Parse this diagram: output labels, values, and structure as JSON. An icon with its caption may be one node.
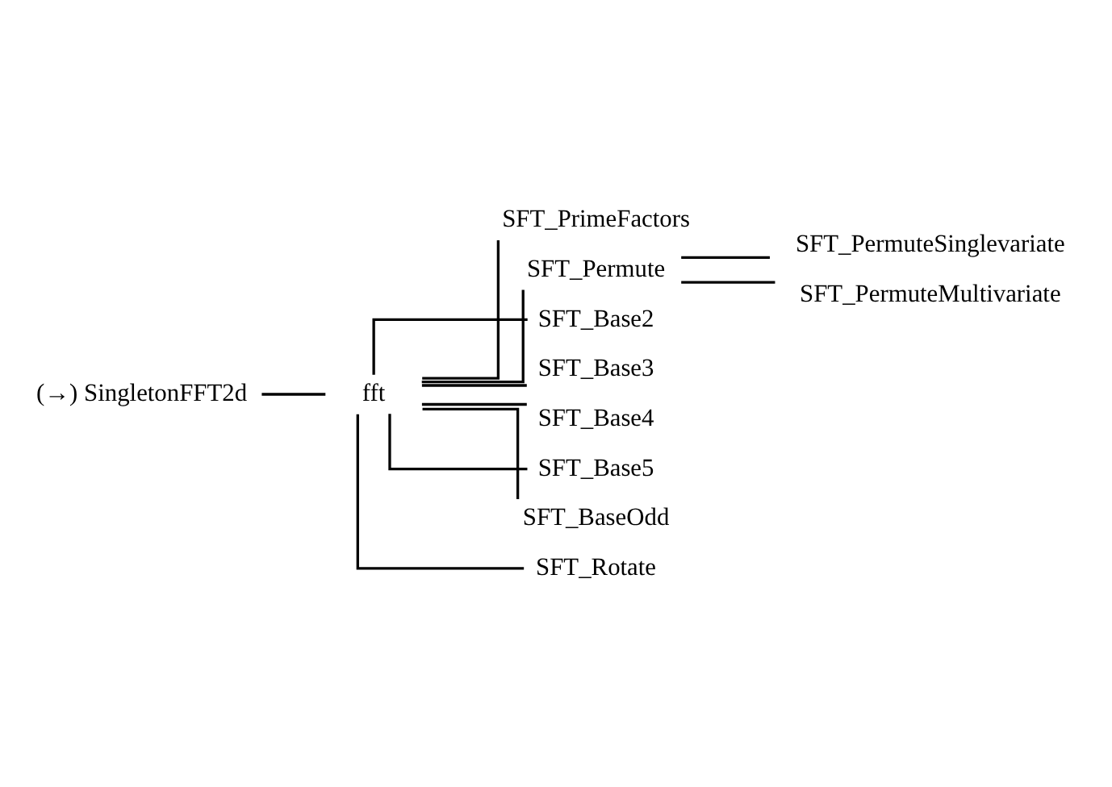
{
  "diagram": {
    "nodes": [
      {
        "text": [
          "(→) SingletonFFT2d"
        ]
      },
      {
        "text": [
          "fft"
        ]
      },
      {
        "text": [
          "SFT_PrimeFactors"
        ]
      },
      {
        "text": [
          "SFT_Permute"
        ]
      },
      {
        "text": [
          "SFT_PermuteSinglevariate"
        ]
      },
      {
        "text": [
          "SFT_PermuteMultivariate"
        ]
      },
      {
        "text": [
          "SFT_Base2"
        ]
      },
      {
        "text": [
          "SFT_Base3"
        ]
      },
      {
        "text": [
          "SFT_Base4"
        ]
      },
      {
        "text": [
          "SFT_Base5"
        ]
      },
      {
        "text": [
          "SFT_BaseOdd"
        ]
      },
      {
        "text": [
          "SFT_Rotate"
        ]
      }
    ],
    "edges": [
      {
        "from": 0,
        "to": 1,
        "arrow": "none"
      },
      {
        "from": 1,
        "to": 2,
        "arrow": "none"
      },
      {
        "from": 1,
        "to": 3,
        "arrow": "none"
      },
      {
        "from": 3,
        "to": 4,
        "arrow": "none"
      },
      {
        "from": 3,
        "to": 5,
        "arrow": "none"
      },
      {
        "from": 1,
        "to": 6,
        "arrow": "none"
      },
      {
        "from": 1,
        "to": 7,
        "arrow": "none"
      },
      {
        "from": 1,
        "to": 8,
        "arrow": "none"
      },
      {
        "from": 1,
        "to": 9,
        "arrow": "none"
      },
      {
        "from": 1,
        "to": 10,
        "arrow": "none"
      },
      {
        "from": 1,
        "to": 11,
        "arrow": "none"
      }
    ]
  }
}
